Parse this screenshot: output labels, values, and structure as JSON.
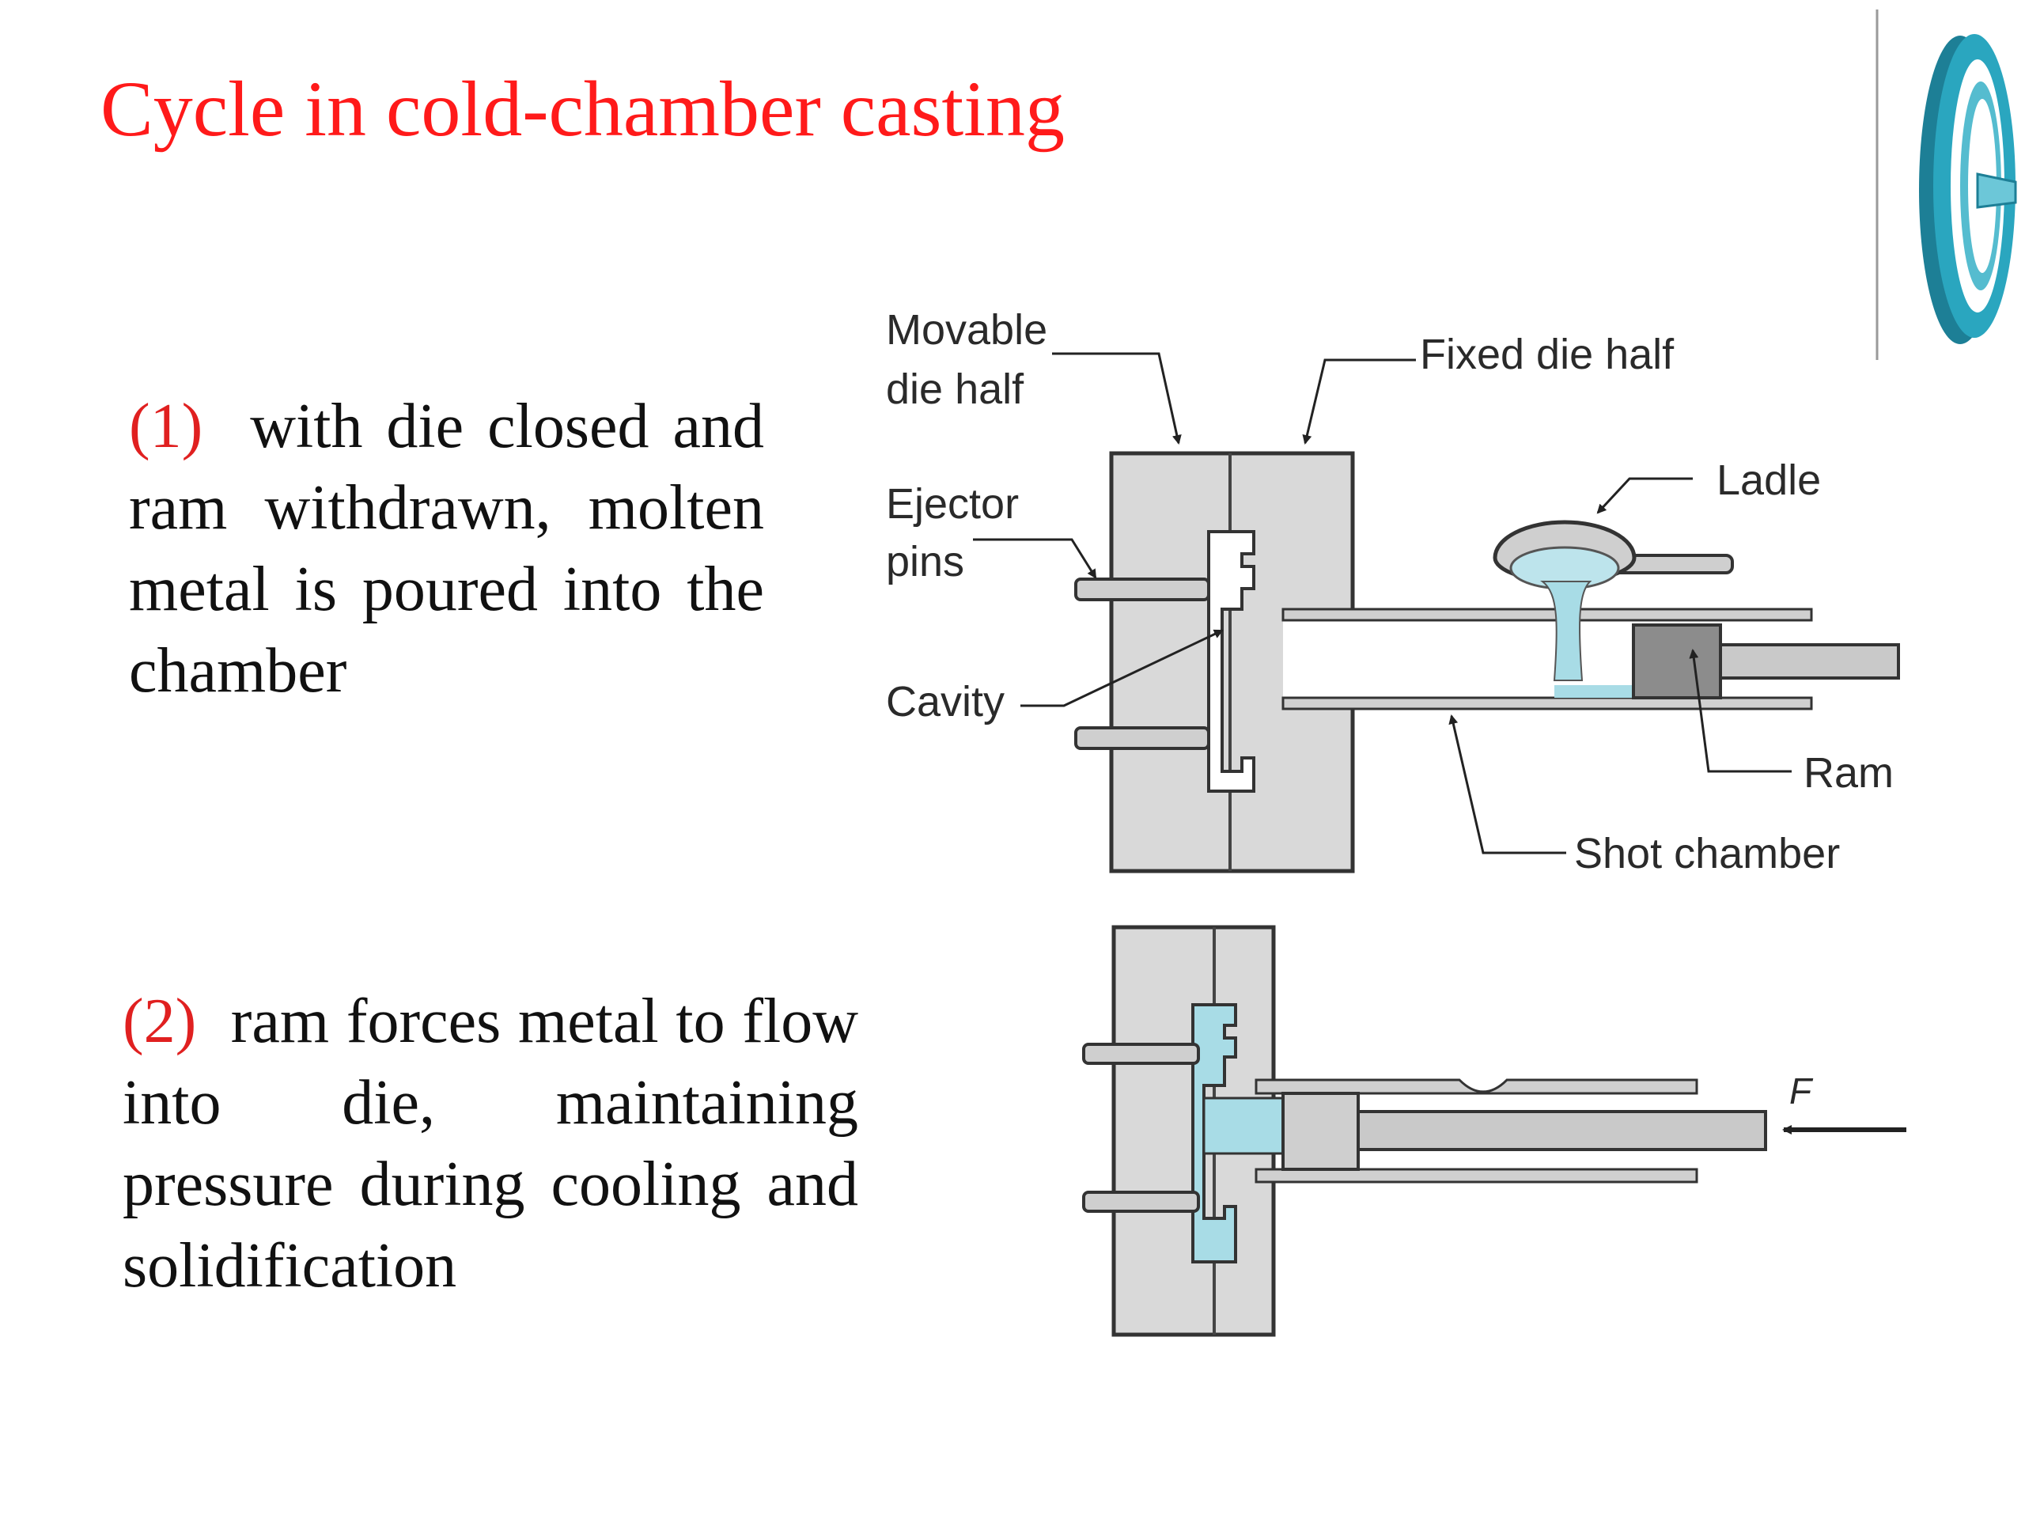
{
  "slide": {
    "title": "Cycle in cold-chamber casting"
  },
  "steps": [
    {
      "number": "(1)",
      "text": "with die closed and ram withdrawn, molten metal is poured into the chamber"
    },
    {
      "number": "(2)",
      "text": "ram forces metal to flow into die, maintaining pressure during cooling and solidification"
    }
  ],
  "diagram_labels": {
    "movable_die_half_line1": "Movable",
    "movable_die_half_line2": "die half",
    "fixed_die_half": "Fixed die half",
    "ejector_pins_line1": "Ejector",
    "ejector_pins_line2": "pins",
    "cavity": "Cavity",
    "ladle": "Ladle",
    "ram": "Ram",
    "shot_chamber": "Shot chamber",
    "force": "F"
  },
  "colors": {
    "title": "#ff1a1a",
    "step_number": "#e02020",
    "die_fill": "#d9d9d9",
    "metal_fill": "#a8dce6",
    "logo_teal": "#2aa6bf"
  }
}
